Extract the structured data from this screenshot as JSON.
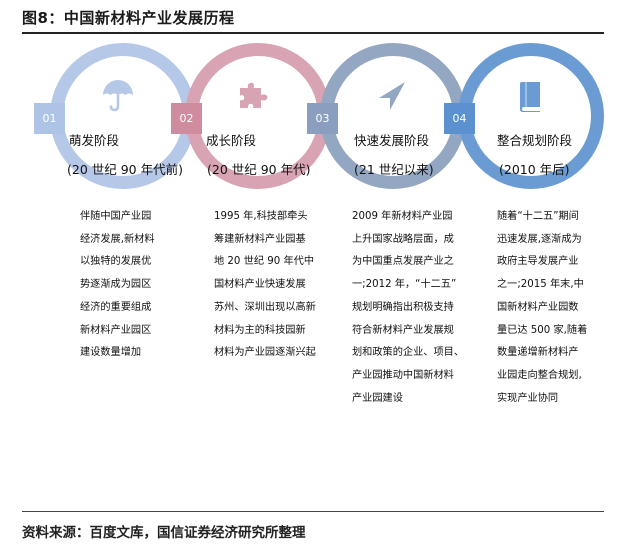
{
  "figure_title": "图8：中国新材料产业发展历程",
  "source": "资料来源：百度文库，国信证券经济研究所整理",
  "stages": [
    {
      "number": "01",
      "name": "萌发阶段",
      "period": "(20 世纪 90 年代前)",
      "icon": "umbrella-icon",
      "color": "#b6c8e8",
      "badge_color": "#aec4e6",
      "description": [
        "伴随中国产业园",
        "经济发展,新材料",
        "以独特的发展优",
        "势逐渐成为园区",
        "经济的重要组成",
        "新材料产业园区",
        "建设数量增加"
      ]
    },
    {
      "number": "02",
      "name": "成长阶段",
      "period": "(20 世纪 90 年代)",
      "icon": "puzzle-icon",
      "color": "#d8a3b2",
      "badge_color": "#cf8c9f",
      "description": [
        "1995 年,科技部牵头",
        "筹建新材料产业园基",
        "地 20 世纪 90 年代中",
        "国材料产业快速发展",
        "苏州、深圳出现以高新",
        "材料为主的科技园新",
        "材料为产业园逐渐兴起"
      ]
    },
    {
      "number": "03",
      "name": "快速发展阶段",
      "period": "(21 世纪以来)",
      "icon": "navigation-arrow-icon",
      "color": "#93a6c2",
      "badge_color": "#8a9fbf",
      "description": [
        "2009 年新材料产业园",
        "上升国家战略层面，成",
        "为中国重点发展产业之",
        "一;2012 年，“十二五”",
        "规划明确指出积极支持",
        "符合新材料产业发展规",
        "划和政策的企业、项目、",
        "产业园推动中国新材料",
        "产业园建设"
      ]
    },
    {
      "number": "04",
      "name": "整合规划阶段",
      "period": "(2010 年后)",
      "icon": "book-icon",
      "color": "#6a9bd3",
      "badge_color": "#5b91cf",
      "description": [
        "随着“十二五”期间",
        "迅速发展,逐渐成为",
        "政府主导发展产业",
        "之一;2015 年末,中",
        "国新材料产业园数",
        "量已达 500 家,随着",
        "数量递增新材料产",
        "业园走向整合规划,",
        "实现产业协同"
      ]
    }
  ]
}
